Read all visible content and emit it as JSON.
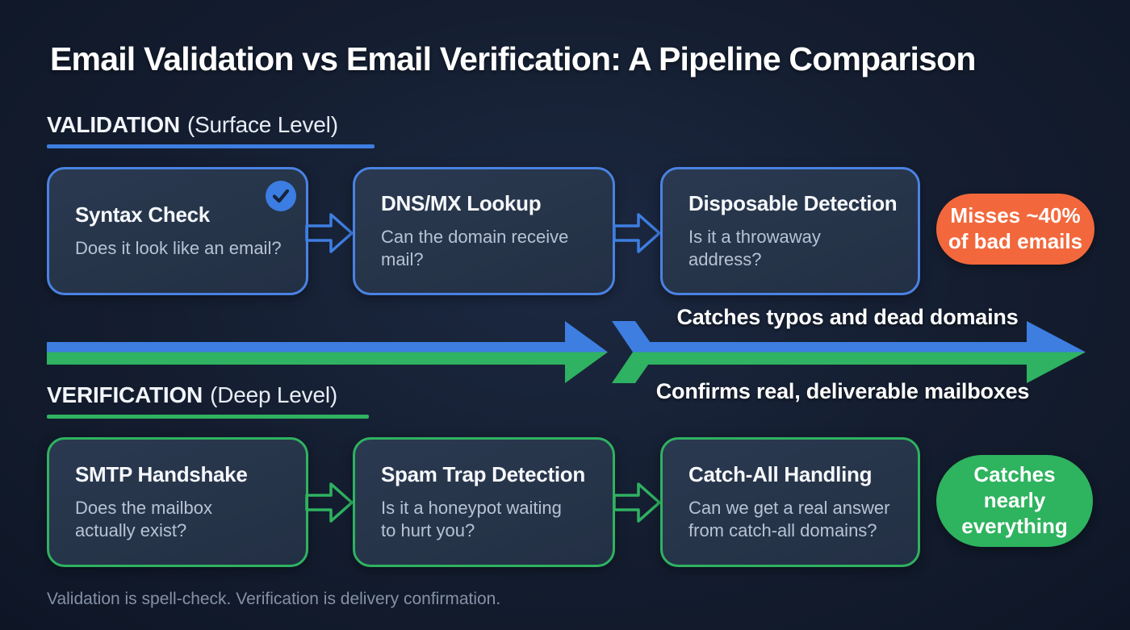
{
  "title": "Email Validation vs Email Verification: A Pipeline Comparison",
  "colors": {
    "bg": "#141d2f",
    "blue": "#3e7ee1",
    "green": "#2fb261",
    "orange": "#f2683c",
    "green-badge": "#2eb35f",
    "box-fill": "#263449",
    "box-border-blue": "#4a82e2",
    "box-border-green": "#2fb261",
    "text-muted": "#b7c2d5",
    "footer-text": "#8592a6",
    "check-circle": "#3b7de2",
    "check-mark": "#16233b"
  },
  "sections": {
    "validation": {
      "heading_bold": "VALIDATION",
      "heading_rest": "(Surface Level)",
      "boxes": [
        {
          "title": "Syntax Check",
          "subtitle": "Does it look like an email?"
        },
        {
          "title": "DNS/MX Lookup",
          "subtitle": "Can the domain receive mail?"
        },
        {
          "title": "Disposable Detection",
          "subtitle": "Is it a throwaway address?"
        }
      ],
      "badge": {
        "lines": [
          "Misses ~40%",
          "of bad emails"
        ]
      }
    },
    "verification": {
      "heading_bold": "VERIFICATION",
      "heading_rest": "(Deep Level)",
      "boxes": [
        {
          "title": "SMTP Handshake",
          "subtitle": "Does the mailbox actually exist?"
        },
        {
          "title": "Spam Trap Detection",
          "subtitle": "Is it a honeypot waiting to hurt you?"
        },
        {
          "title": "Catch-All Handling",
          "subtitle": "Can we get a real answer from catch-all domains?"
        }
      ],
      "badge": {
        "lines": [
          "Catches",
          "nearly",
          "everything"
        ]
      }
    }
  },
  "arrow_labels": {
    "top": "Catches typos and dead domains",
    "bottom": "Confirms real, deliverable mailboxes"
  },
  "footer": "Validation is spell-check. Verification is delivery confirmation."
}
